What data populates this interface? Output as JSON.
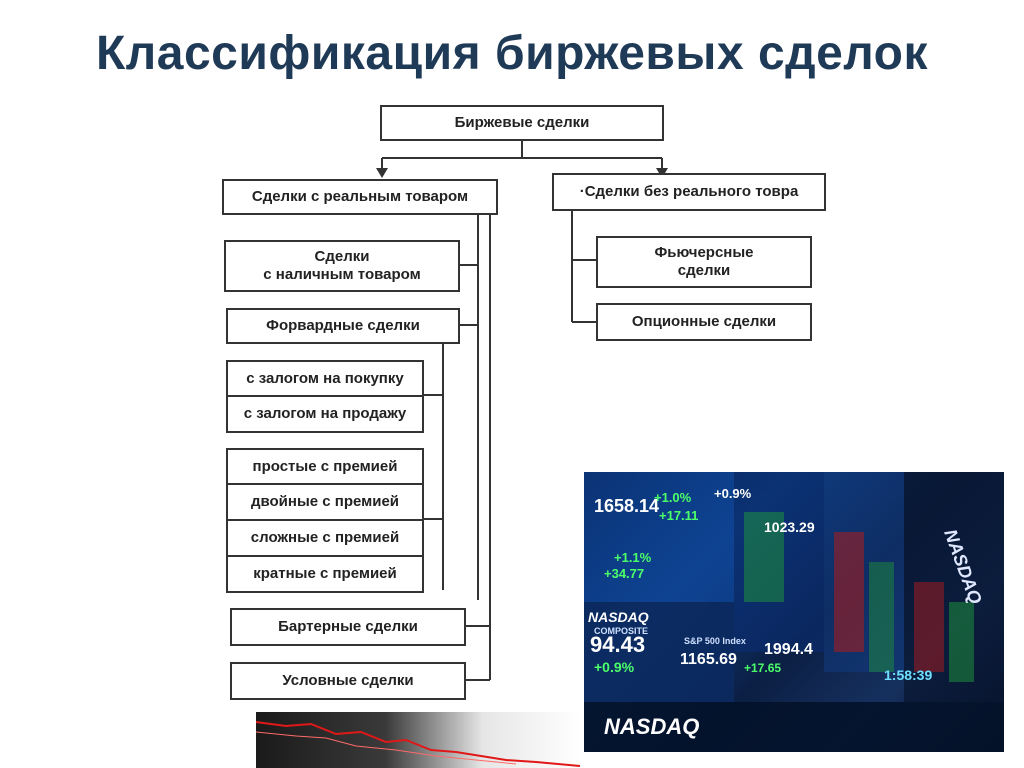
{
  "title": "Классификация биржевых сделок",
  "diagram": {
    "root": "Биржевые сделки",
    "branch_real": "Сделки с реальным товаром",
    "branch_nonreal": "·Сделки без реального товра",
    "real_items": {
      "cash_line1": "Сделки",
      "cash_line2": "с наличным товаром",
      "forward": "Форвардные сделки",
      "pledge_buy": "с залогом на покупку",
      "pledge_sell": "с залогом на продажу",
      "simple_premium": "простые с премией",
      "double_premium": "двойные с премией",
      "complex_premium": "сложные с премией",
      "multiple_premium": "кратные с премией",
      "barter": "Бартерные сделки",
      "conditional": "Условные сделки"
    },
    "nonreal_items": {
      "futures_line1": "Фьючерсные",
      "futures_line2": "сделки",
      "options": "Опционные сделки"
    }
  },
  "photo": {
    "tickers": [
      "1658.14",
      "+1.0%",
      "+17.11",
      "+0.9%",
      "1023.29",
      "+1.1%",
      "+34.77",
      "94.43",
      "+0.9%",
      "1165.69",
      "1994.4",
      "+17.65",
      "1:58:39"
    ],
    "labels": [
      "NASDAQ",
      "COMPOSITE",
      "S&P 500 Index"
    ]
  },
  "colors": {
    "title": "#1f3a56",
    "border": "#333333"
  }
}
